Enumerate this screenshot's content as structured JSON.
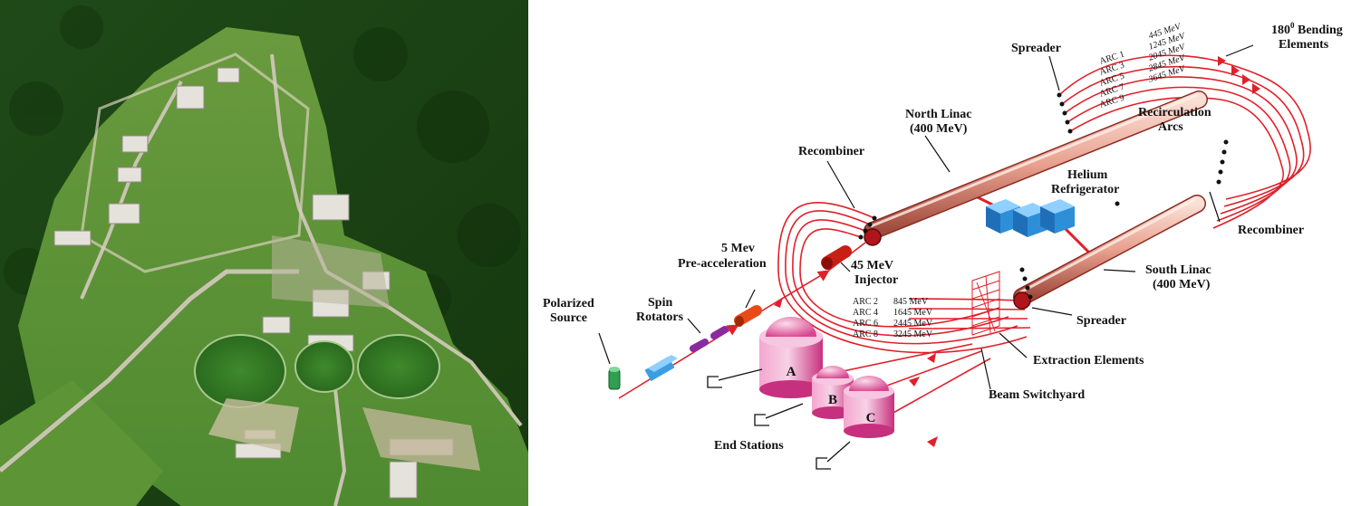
{
  "diagram": {
    "labels": {
      "bending": "180",
      "bending_sup": "0",
      "bending_rest": " Bending",
      "elements": "Elements",
      "spreader_top": "Spreader",
      "north_linac_1": "North Linac",
      "north_linac_2": "(400 MeV)",
      "recirc_1": "Recirculation",
      "recirc_2": "Arcs",
      "recombiner_left": "Recombiner",
      "helium_1": "Helium",
      "helium_2": "Refrigerator",
      "recombiner_right": "Recombiner",
      "preacc_1": "5 Mev",
      "preacc_2": "Pre-acceleration",
      "injector_1": "45 MeV",
      "injector_2": "Injector",
      "south_linac_1": "South Linac",
      "south_linac_2": "(400 MeV)",
      "polarized_1": "Polarized",
      "polarized_2": "Source",
      "spin_1": "Spin",
      "spin_2": "Rotators",
      "spreader_bottom": "Spreader",
      "extraction": "Extraction Elements",
      "switchyard": "Beam Switchyard",
      "end_stations": "End Stations",
      "station_a": "A",
      "station_b": "B",
      "station_c": "C"
    },
    "odd_arcs": [
      {
        "name": "ARC 1",
        "energy": "445 MeV"
      },
      {
        "name": "ARC 3",
        "energy": "1245 MeV"
      },
      {
        "name": "ARC 5",
        "energy": "2045 MeV"
      },
      {
        "name": "ARC 7",
        "energy": "2845 MeV"
      },
      {
        "name": "ARC 9",
        "energy": "3645 MeV"
      }
    ],
    "even_arcs": [
      {
        "name": "ARC 2",
        "energy": "845 MeV"
      },
      {
        "name": "ARC 4",
        "energy": "1645 MeV"
      },
      {
        "name": "ARC 6",
        "energy": "2445 MeV"
      },
      {
        "name": "ARC 8",
        "energy": "3245 MeV"
      }
    ],
    "colors": {
      "beam": "#e0202a",
      "linac": "#f2b8a8",
      "helium": "#2d8fd8",
      "station": "#e0409a",
      "spin": "#3c9ee0",
      "rotator": "#8a2aa0",
      "source": "#2ea050"
    }
  }
}
